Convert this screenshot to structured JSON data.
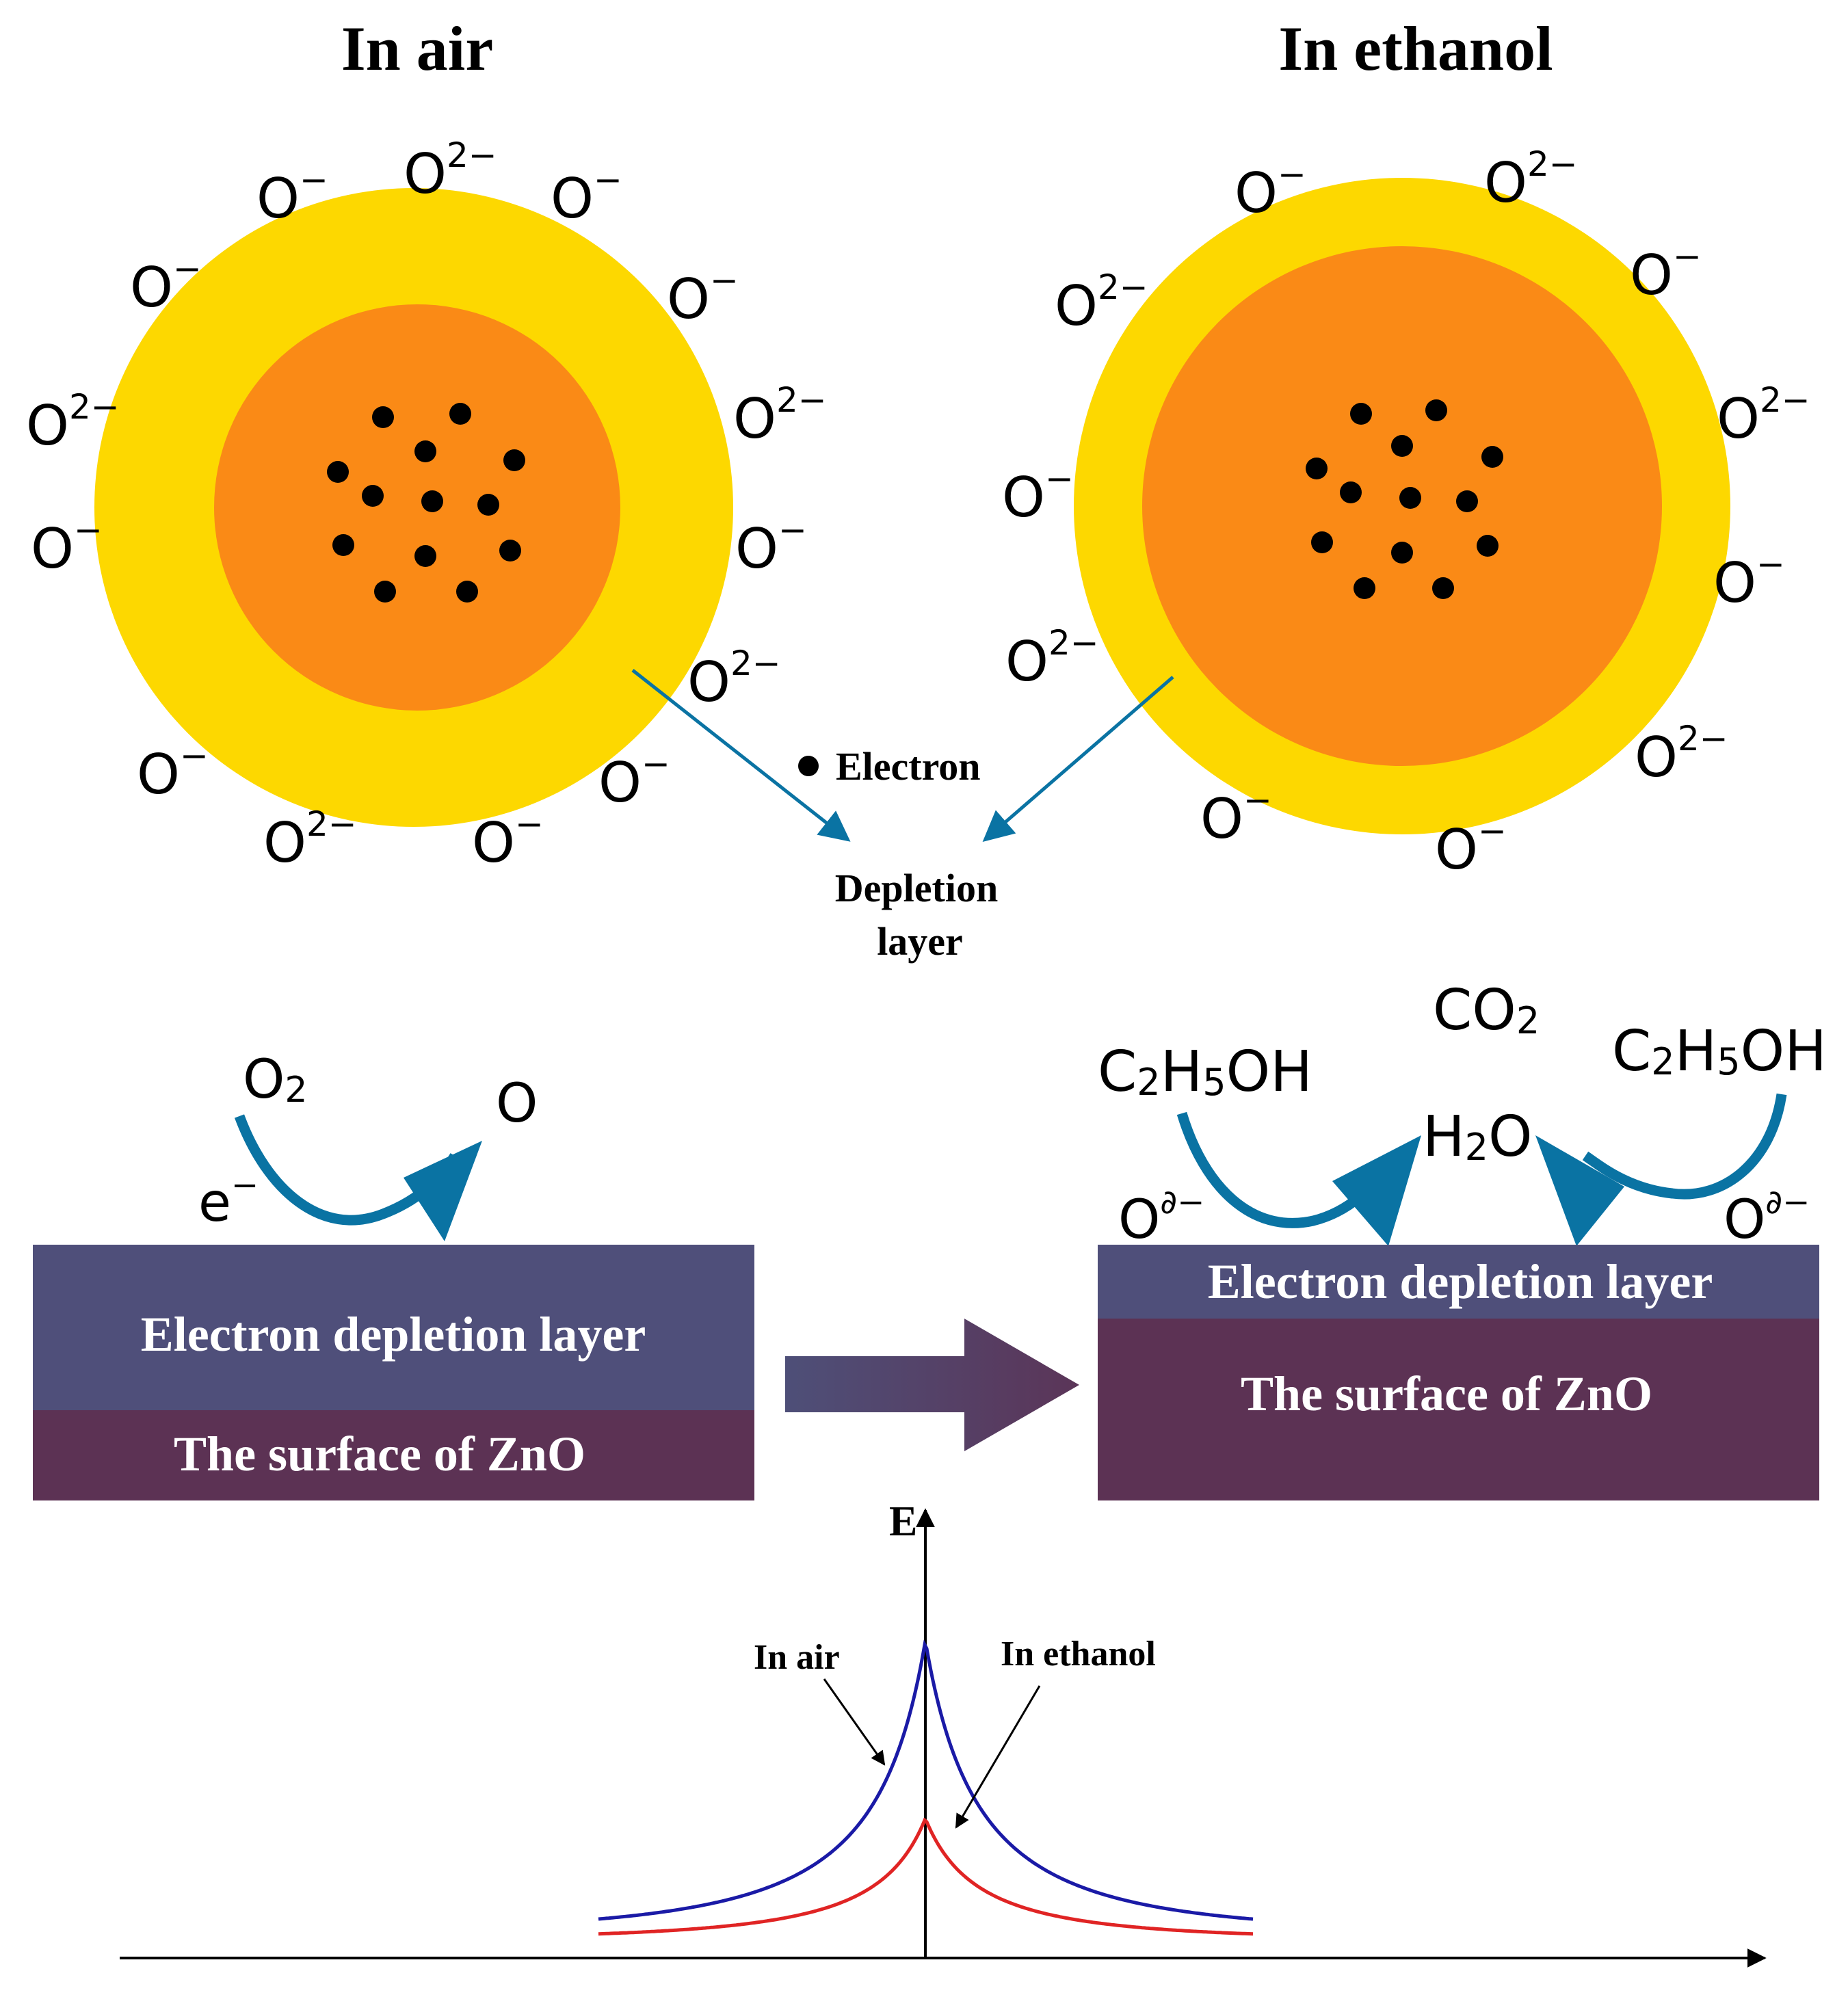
{
  "titles": {
    "left": "In air",
    "right": "In ethanol"
  },
  "ions": {
    "o_minus": "O",
    "o_minus_sup": "−",
    "o_2minus": "O",
    "o_2minus_sup": "2−",
    "o_partial": "O",
    "o_partial_sup": "∂−"
  },
  "legend": {
    "electron": "Electron",
    "depletion_line1": "Depletion",
    "depletion_line2": "layer"
  },
  "reactions": {
    "o2": "O",
    "o2_sub": "2",
    "o_product": "O",
    "electron": "e",
    "electron_sup": "−",
    "ethanol_left": {
      "a": "C",
      "b": "2",
      "c": "H",
      "d": "5",
      "e": "OH"
    },
    "ethanol_right": {
      "a": "C",
      "b": "2",
      "c": "H",
      "d": "5",
      "e": "OH"
    },
    "co2": {
      "a": "CO",
      "b": "2"
    },
    "h2o": {
      "a": "H",
      "b": "2",
      "c": "O"
    }
  },
  "blocks": {
    "left": {
      "depletion": "Electron depletion layer",
      "surface": "The surface of ZnO"
    },
    "right": {
      "depletion": "Electron depletion layer",
      "surface": "The surface of ZnO"
    }
  },
  "energy_plot": {
    "axis_label": "E",
    "curve_labels": {
      "air": "In air",
      "ethanol": "In ethanol"
    },
    "curves": [
      {
        "key": "air",
        "color": "#1a1aa6",
        "peak_fraction": 0.7
      },
      {
        "key": "ethanol",
        "color": "#e02424",
        "peak_fraction": 0.29
      }
    ]
  },
  "colors": {
    "outer_shell": "#fdd800",
    "inner_core": "#fa8a16",
    "electron_dot": "#000000",
    "reaction_arrow": "#0a73a3",
    "depletion_block": "#4f4f7a",
    "surface_block": "#5c3254",
    "transition_arrow_start": "#4e4f78",
    "transition_arrow_end": "#5b3558"
  }
}
